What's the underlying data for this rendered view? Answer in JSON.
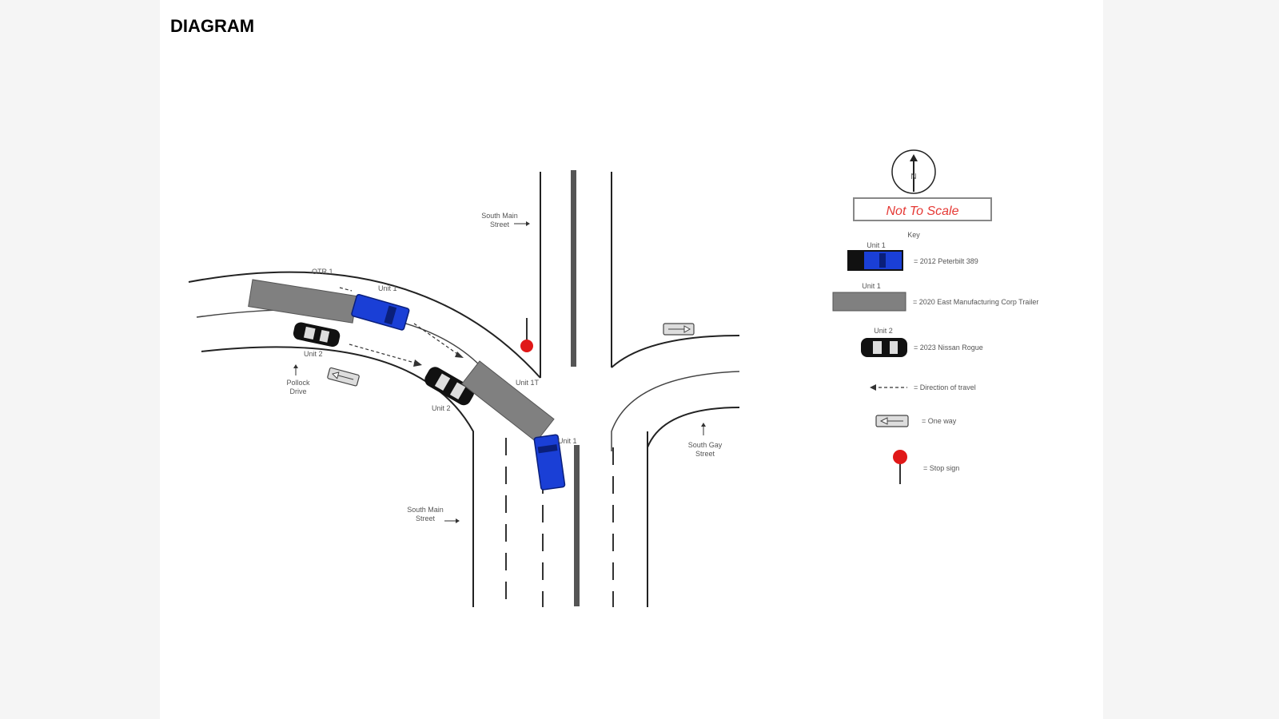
{
  "heading": "DIAGRAM",
  "labels": {
    "street_main_top": [
      "South Main",
      "Street"
    ],
    "street_main_bottom": [
      "South Main",
      "Street"
    ],
    "street_gay": [
      "South Gay",
      "Street"
    ],
    "street_pollock": [
      "Pollock",
      "Drive"
    ],
    "unit1_tractor": "Unit 1",
    "unit1_trailer": "OTR 1",
    "unit2": "Unit 2",
    "unit1_trailer_final": "Unit 1T",
    "unit2_final": "Unit 2",
    "unit1_final": "Unit 1"
  },
  "north_letter": "N",
  "not_to_scale": "Not To Scale",
  "key": {
    "title": "Key",
    "items": [
      {
        "caption": "Unit 1",
        "text": "= 2012 Peterbilt 389"
      },
      {
        "caption": "Unit 1",
        "text": "= 2020 East Manufacturing Corp Trailer"
      },
      {
        "caption": "Unit 2",
        "text": "= 2023 Nissan Rogue"
      },
      {
        "caption": "",
        "text": "= Direction of travel"
      },
      {
        "caption": "",
        "text": "= One way"
      },
      {
        "caption": "",
        "text": "= Stop sign"
      }
    ]
  },
  "colors": {
    "tractor": "#1a3fd6",
    "trailer": "#808080",
    "car": "#111111",
    "stop_sign": "#e01818",
    "not_to_scale": "#e53935"
  }
}
